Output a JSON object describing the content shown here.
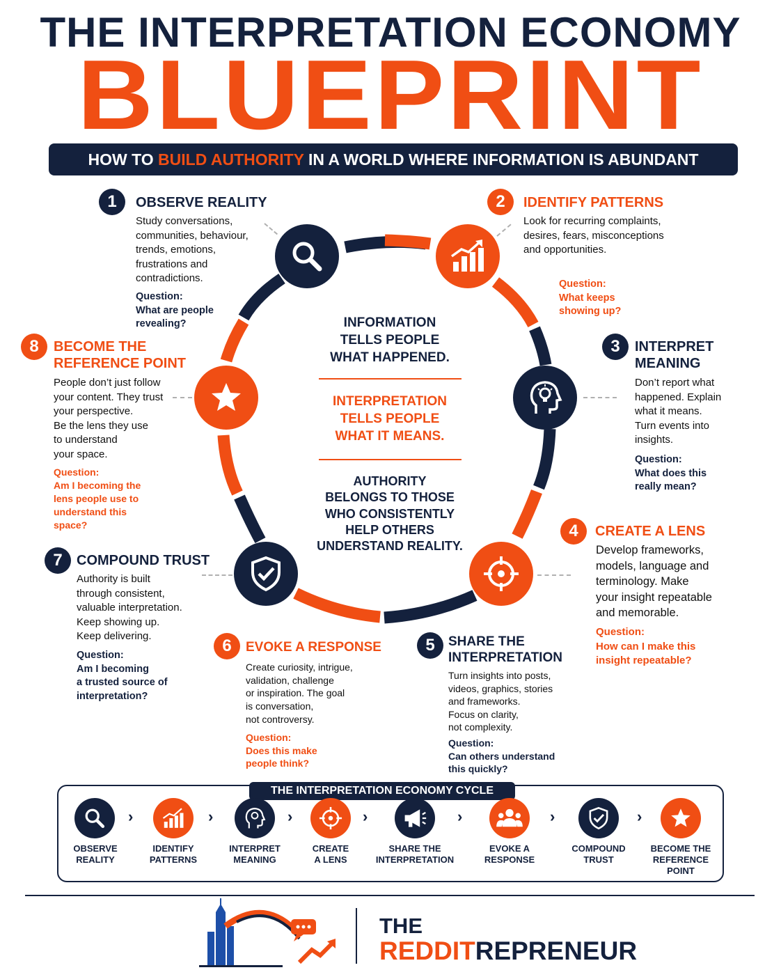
{
  "header": {
    "title_line1": "THE INTERPRETATION ECONOMY",
    "title_line2": "BLUEPRINT",
    "subtitle_pre": "HOW TO ",
    "subtitle_highlight": "BUILD AUTHORITY",
    "subtitle_post": " IN A WORLD WHERE INFORMATION IS ABUNDANT"
  },
  "colors": {
    "navy": "#14213d",
    "orange": "#f04e14"
  },
  "steps": [
    {
      "num": "1",
      "title": "OBSERVE REALITY",
      "body": [
        "Study conversations,",
        "communities, behaviour,",
        "trends, emotions,",
        "frustrations and",
        "contradictions."
      ],
      "q_label": "Question:",
      "q_text": [
        "What are people",
        "revealing?"
      ],
      "icon": "search-icon"
    },
    {
      "num": "2",
      "title": "IDENTIFY PATTERNS",
      "body": [
        "Look for recurring complaints,",
        "desires, fears, misconceptions",
        "and opportunities."
      ],
      "q_label": "Question:",
      "q_text": [
        "What keeps",
        "showing up?"
      ],
      "icon": "growth-chart-icon"
    },
    {
      "num": "3",
      "title": [
        "INTERPRET",
        "MEANING"
      ],
      "body": [
        "Don’t report what",
        "happened.  Explain",
        "what it means.",
        "Turn events into",
        "insights."
      ],
      "q_label": "Question:",
      "q_text": [
        "What does this",
        "really mean?"
      ],
      "icon": "lightbulb-head-icon"
    },
    {
      "num": "4",
      "title": "CREATE A LENS",
      "body": [
        "Develop frameworks,",
        "models, language and",
        "terminology. Make",
        "your insight repeatable",
        "and memorable."
      ],
      "q_label": "Question:",
      "q_text": [
        "How can I make this",
        "insight repeatable?"
      ],
      "icon": "target-icon"
    },
    {
      "num": "5",
      "title": [
        "SHARE THE",
        "INTERPRETATION"
      ],
      "body": [
        "Turn insights into posts,",
        "videos, graphics, stories",
        "and frameworks.",
        "Focus on clarity,",
        "not complexity."
      ],
      "q_label": "Question:",
      "q_text": [
        "Can others understand",
        "this quickly?"
      ],
      "icon": "megaphone-icon"
    },
    {
      "num": "6",
      "title": "EVOKE A RESPONSE",
      "body": [
        "Create curiosity, intrigue,",
        "validation, challenge",
        "or inspiration. The goal",
        "is conversation,",
        "not controversy."
      ],
      "q_label": "Question:",
      "q_text": [
        "Does this make",
        "people think?"
      ],
      "icon": "people-icon"
    },
    {
      "num": "7",
      "title": "COMPOUND TRUST",
      "body": [
        "Authority is built",
        "through consistent,",
        "valuable interpretation.",
        "Keep showing up.",
        "Keep delivering."
      ],
      "q_label": "Question:",
      "q_text": [
        "Am I becoming",
        "a trusted source of",
        "interpretation?"
      ],
      "icon": "shield-check-icon"
    },
    {
      "num": "8",
      "title": [
        "BECOME THE",
        "REFERENCE POINT"
      ],
      "body": [
        "People don’t just follow",
        "your content. They trust",
        "your perspective.",
        "Be the lens they use",
        "to understand",
        "your space."
      ],
      "q_label": "Question:",
      "q_text": [
        "Am I becoming the",
        "lens people use to",
        "understand this",
        "space?"
      ],
      "icon": "star-icon"
    }
  ],
  "center": {
    "block1": [
      "INFORMATION",
      "TELLS PEOPLE",
      "WHAT HAPPENED."
    ],
    "block2": [
      "INTERPRETATION",
      "TELLS PEOPLE",
      "WHAT IT MEANS."
    ],
    "block3": [
      "AUTHORITY",
      "BELONGS TO THOSE",
      "WHO CONSISTENTLY",
      "HELP OTHERS",
      "UNDERSTAND REALITY."
    ]
  },
  "cycle": {
    "title": "THE INTERPRETATION ECONOMY CYCLE",
    "items": [
      {
        "label": [
          "OBSERVE",
          "REALITY"
        ],
        "icon": "search-icon"
      },
      {
        "label": [
          "IDENTIFY",
          "PATTERNS"
        ],
        "icon": "growth-chart-icon"
      },
      {
        "label": [
          "INTERPRET",
          "MEANING"
        ],
        "icon": "lightbulb-head-icon"
      },
      {
        "label": [
          "CREATE",
          "A LENS"
        ],
        "icon": "target-icon"
      },
      {
        "label": [
          "SHARE THE",
          "INTERPRETATION"
        ],
        "icon": "megaphone-icon"
      },
      {
        "label": [
          "EVOKE A",
          "RESPONSE"
        ],
        "icon": "people-icon"
      },
      {
        "label": [
          "COMPOUND",
          "TRUST"
        ],
        "icon": "shield-check-icon"
      },
      {
        "label": [
          "BECOME THE",
          "REFERENCE",
          "POINT"
        ],
        "icon": "star-icon"
      }
    ],
    "arrow": "›"
  },
  "footer": {
    "brand_the": "THE",
    "brand_a": "REDDIT",
    "brand_b": "REPRENEUR"
  }
}
